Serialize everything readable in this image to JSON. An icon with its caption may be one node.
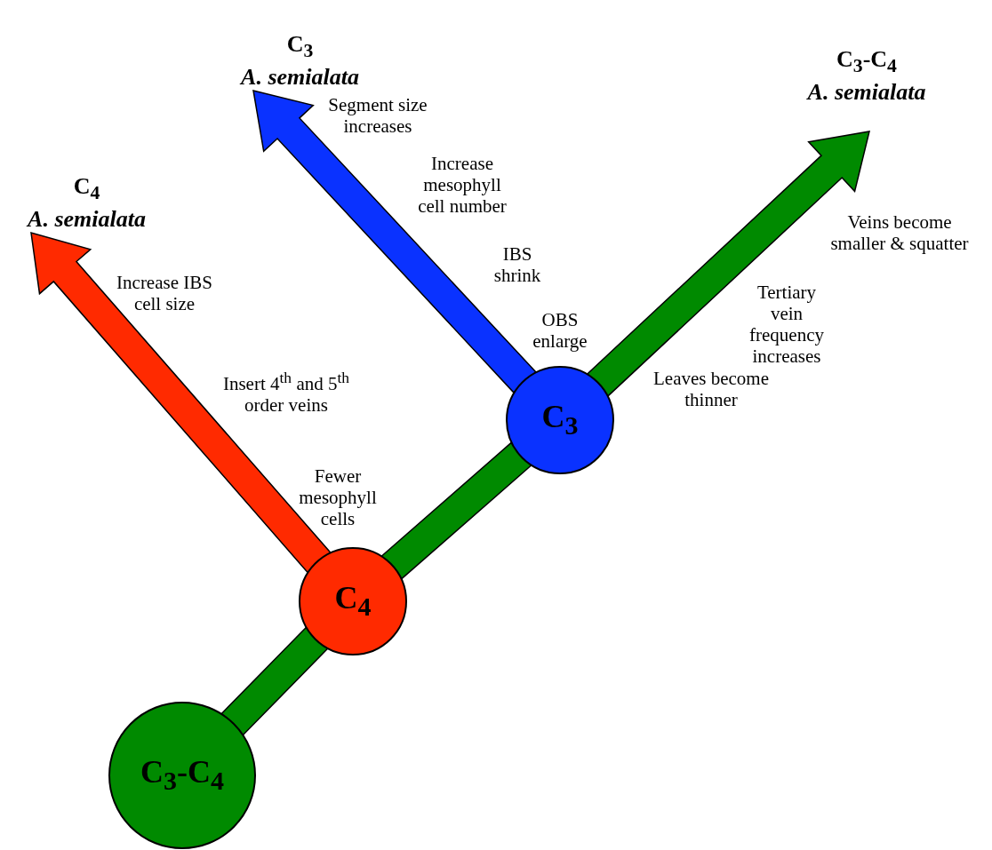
{
  "diagram": {
    "nodes": [
      {
        "text": [
          "C$_{3}$",
          "A. semialata"
        ]
      },
      {
        "text": [
          "C$_{3}$-C$_{4}$",
          "A. semialata"
        ]
      },
      {
        "text": [
          "C$_{4}$",
          "A. semialata"
        ]
      },
      {
        "text": [
          "C$_{3}$"
        ]
      },
      {
        "text": [
          "C$_{4}$"
        ]
      },
      {
        "text": [
          "C$_{3}$-C$_{4}$"
        ]
      }
    ],
    "edges": [
      {
        "from": 5,
        "to": 4,
        "arrow": "none"
      },
      {
        "from": 4,
        "to": 3,
        "arrow": "none"
      },
      {
        "from": 3,
        "to": 1,
        "arrow": "to"
      },
      {
        "from": 4,
        "to": 2,
        "arrow": "to",
        "color": "#ff2a00"
      },
      {
        "from": 3,
        "to": 0,
        "arrow": "to",
        "color": "#0a32ff"
      }
    ],
    "labels": [
      "Increase IBS cell size",
      "Insert 4$^{th}$ and 5$^{th}$ order veins",
      "Fewer mesophyll cells",
      "Segment size increases",
      "Increase mesophyll cell number",
      "IBS shrink",
      "OBS enlarge",
      "Veins become smaller & squatter",
      "Tertiary vein frequency increases",
      "Leaves become thinner"
    ]
  }
}
